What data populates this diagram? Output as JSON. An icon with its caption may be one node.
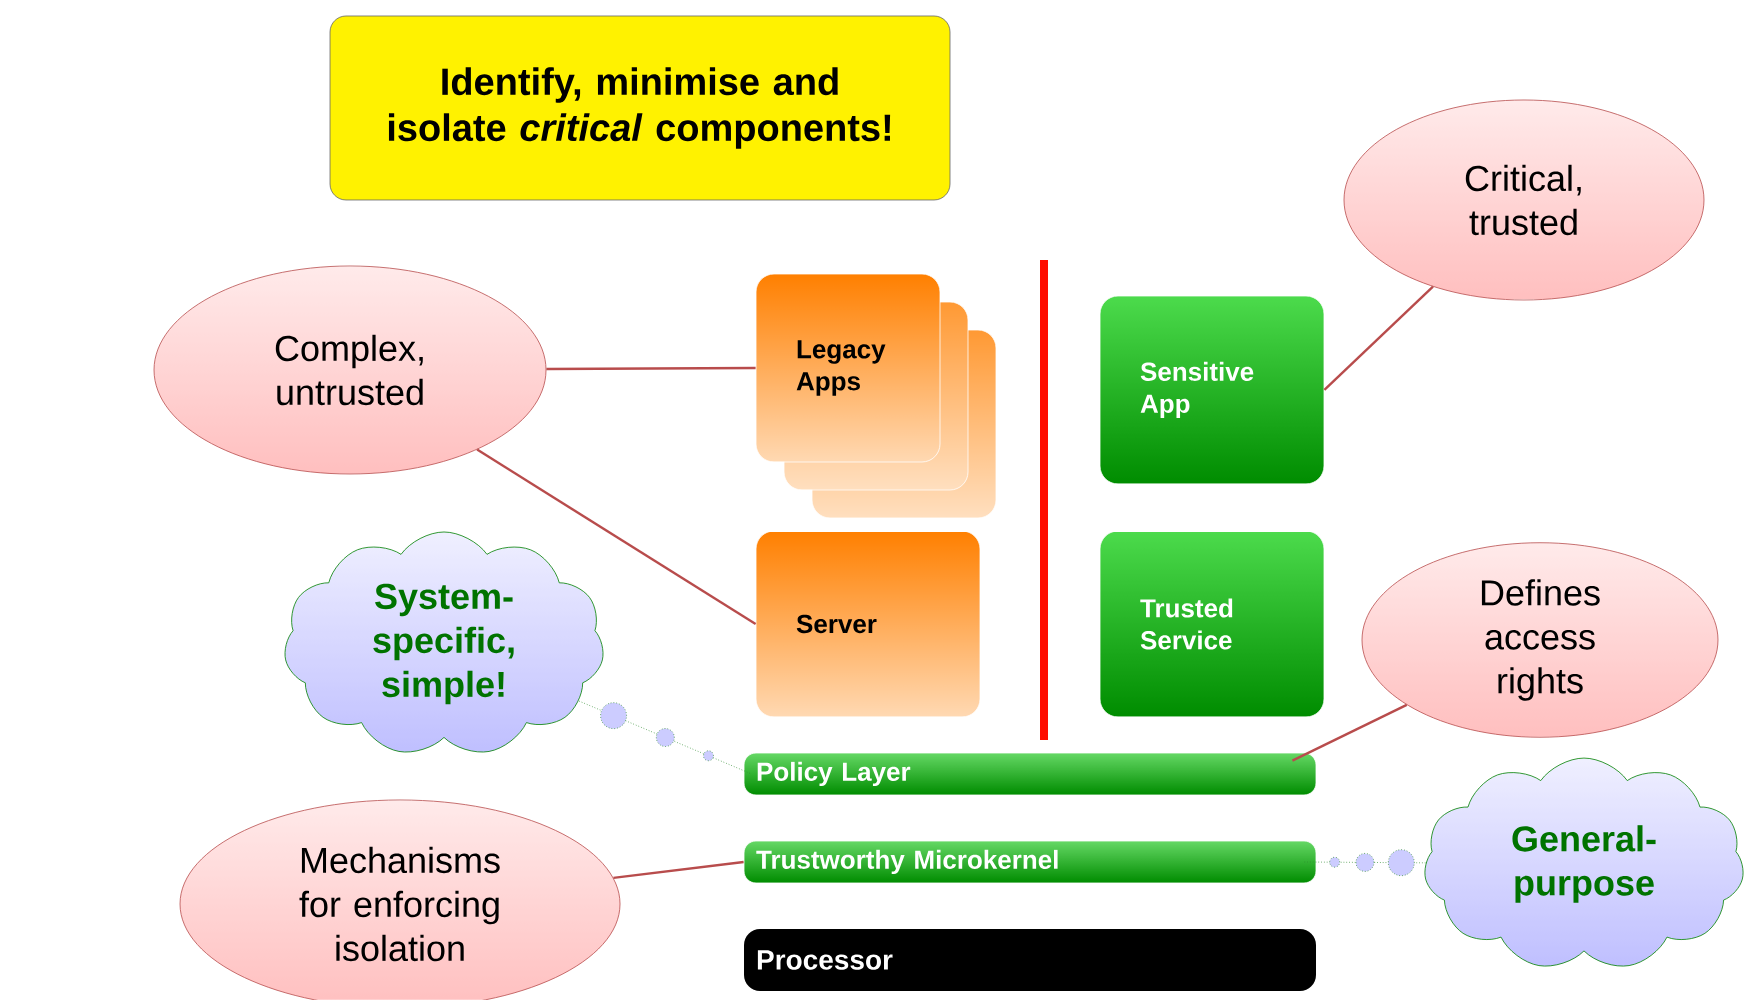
{
  "diagram": {
    "nodes": [
      {
        "text": [
          "Identify, minimise and isolate *critical* components!"
        ]
      },
      {
        "text": [
          "Legacy Apps"
        ]
      },
      {
        "text": [
          "Server"
        ]
      },
      {
        "text": [
          "Sensitive App"
        ]
      },
      {
        "text": [
          "Trusted Service"
        ]
      },
      {
        "text": [
          "Policy Layer"
        ]
      },
      {
        "text": [
          "Trustworthy Microkernel"
        ]
      },
      {
        "text": [
          "Processor"
        ]
      },
      {
        "text": [
          "Complex, untrusted"
        ]
      },
      {
        "text": [
          "Critical, trusted"
        ]
      },
      {
        "text": [
          "System-specific, simple!"
        ]
      },
      {
        "text": [
          "Defines access rights"
        ]
      },
      {
        "text": [
          "Mechanisms for enforcing isolation"
        ]
      },
      {
        "text": [
          "General-purpose"
        ]
      }
    ],
    "edges": [
      {
        "from": 8,
        "to": 1,
        "arrow": "none"
      },
      {
        "from": 8,
        "to": 2,
        "arrow": "none"
      },
      {
        "from": 9,
        "to": 3,
        "arrow": "none"
      },
      {
        "from": 10,
        "to": 5,
        "arrow": "none",
        "style": "dashed",
        "color": "#2e8b2e"
      },
      {
        "from": 11,
        "to": 5,
        "arrow": "none"
      },
      {
        "from": 12,
        "to": 6,
        "arrow": "none"
      },
      {
        "from": 13,
        "to": 6,
        "arrow": "none",
        "style": "dashed",
        "color": "#2e8b2e"
      }
    ]
  }
}
